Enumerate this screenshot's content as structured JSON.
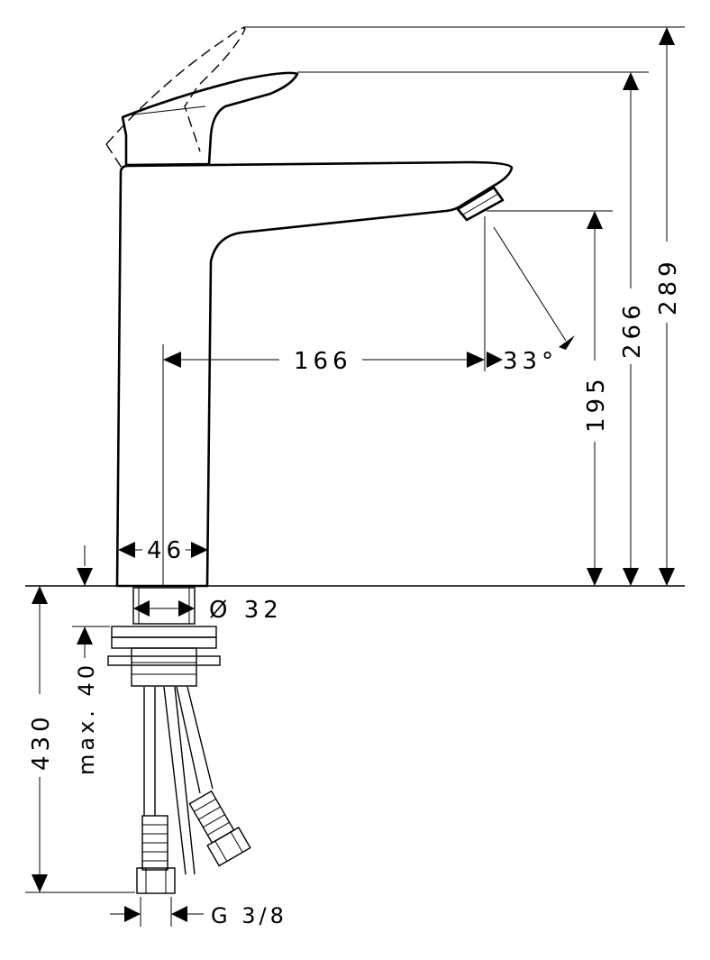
{
  "dimensions": {
    "total_height": "289",
    "lever_height": "266",
    "spout_height": "195",
    "spout_reach": "166",
    "spray_angle": "33°",
    "base_width": "46",
    "shank_diameter": "Ø 32",
    "max_thickness": "max. 40",
    "hose_length": "430",
    "connection_thread": "G 3/8"
  }
}
